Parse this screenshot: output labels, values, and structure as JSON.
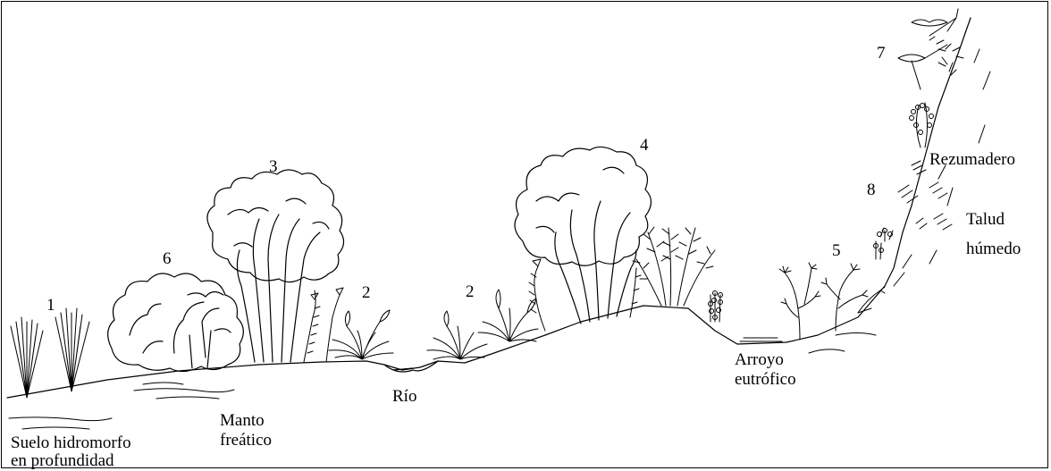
{
  "labels": {
    "n1": "1",
    "n2a": "2",
    "n2b": "2",
    "n3": "3",
    "n4": "4",
    "n5": "5",
    "n6": "6",
    "n7": "7",
    "n8": "8",
    "suelo_line1": "Suelo hidromorfo",
    "suelo_line2": "en profundidad",
    "manto_line1": "Manto",
    "manto_line2": "freático",
    "rio": "Río",
    "arroyo_line1": "Arroyo",
    "arroyo_line2": "eutrófico",
    "rezumadero": "Rezumadero",
    "talud_line1": "Talud",
    "talud_line2": "húmedo"
  },
  "colors": {
    "ink": "#000000",
    "background": "#ffffff"
  }
}
